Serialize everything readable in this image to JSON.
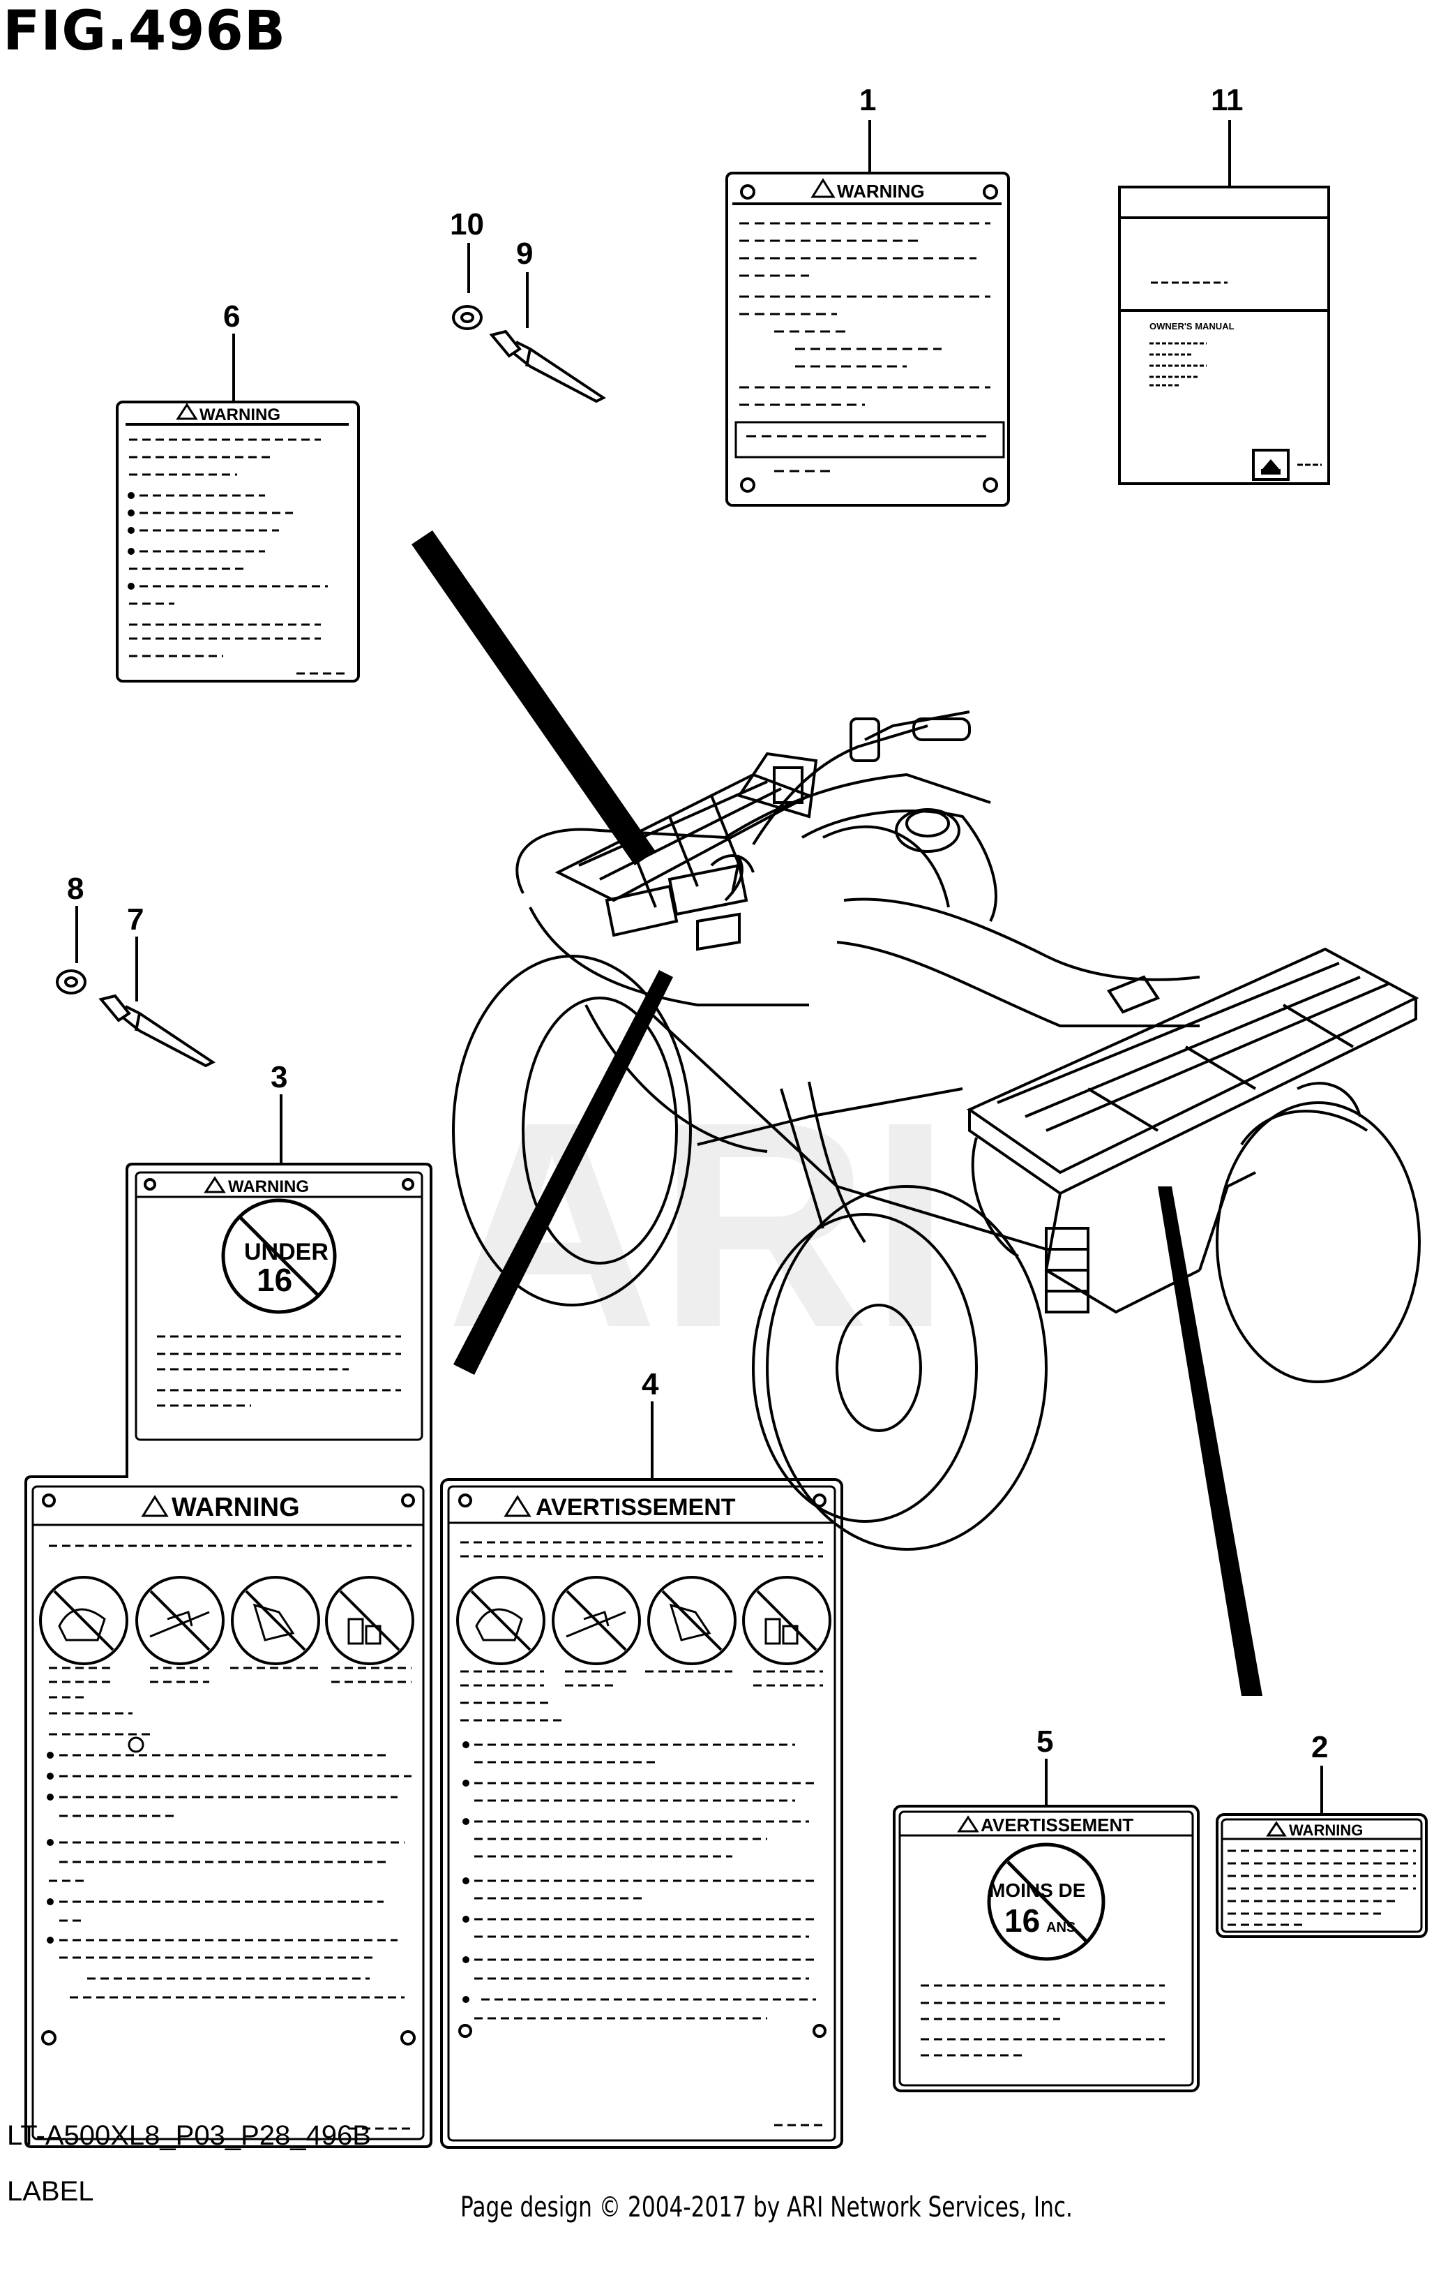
{
  "page": {
    "title": "FIG.496B",
    "code": "LT-A500XL8_P03_P28_496B",
    "subtitle": "LABEL",
    "copyright": "Page design © 2004-2017 by ARI Network Services, Inc."
  },
  "callouts": [
    "1",
    "2",
    "3",
    "4",
    "5",
    "6",
    "7",
    "8",
    "9",
    "10",
    "11"
  ],
  "labels": {
    "warning": "WARNING",
    "avertissement": "AVERTISSEMENT",
    "under": "UNDER",
    "age": "16",
    "moins_de": "MOINS DE",
    "ans": "ANS",
    "owners_manual": "OWNER'S MANUAL"
  },
  "watermark": "ARI"
}
